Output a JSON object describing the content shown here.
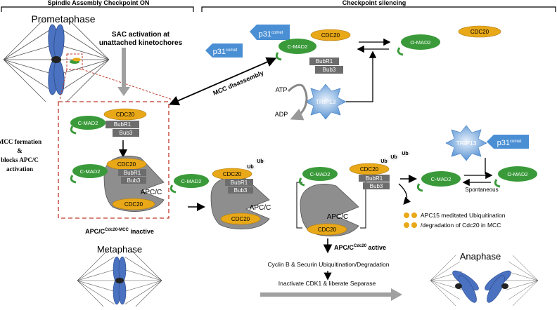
{
  "phases": {
    "spindle_checkpoint": "Spindle Assembly Checkpoint ON",
    "checkpoint_silencing": "Checkpoint silencing",
    "prometaphase": "Prometaphase",
    "metaphase": "Metaphase",
    "anaphase": "Anaphase"
  },
  "annotations": {
    "sac_activation_line1": "SAC activation at",
    "sac_activation_line2": "unattached kinetochores",
    "mcc_formation_line1": "MCC formation",
    "mcc_formation_line2": "&",
    "mcc_formation_line3": "blocks APC/C",
    "mcc_formation_line4": "activation",
    "mcc_disassembly": "MCC disassembly",
    "atp": "ATP",
    "adp": "ADP",
    "spontaneous": "Spontaneous",
    "apc15_line1": "APC15 meditated Ubiquitination",
    "apc15_line2": "/degradation of Cdc20 in MCC",
    "apc_inactive_main": "APC/C",
    "apc_inactive_sup": "Cdc20-MCC",
    "apc_inactive_tail": " inactive",
    "apc_active_main": "APC/C",
    "apc_active_sup": "Cdc20",
    "apc_active_tail": " active",
    "cyclin_b": "Cyclin B & Securin Ubiquitination/Degradation",
    "inactivate_cdk1": "Inactivate CDK1 & liberate Separase"
  },
  "proteins": {
    "cdc20": "CDC20",
    "c_mad2": "C-MAD2",
    "o_mad2": "O-MAD2",
    "bubr1": "BubR1",
    "bub3": "Bub3",
    "apcc": "APC/C",
    "trip13": "TRIP13",
    "p31": "p31",
    "p31_sup": "comet",
    "ub": "Ub"
  },
  "colors": {
    "cdc20": "#e8a818",
    "mad2": "#3a9a3a",
    "bub": "#6d6d6d",
    "apc": "#8e8e8e",
    "p31": "#4a8fd4",
    "trip13": "#5b9bd8",
    "chromosome": "#4a72c0",
    "dashed_box": "#c0392b",
    "big_arrow": "#a0a0a0"
  }
}
